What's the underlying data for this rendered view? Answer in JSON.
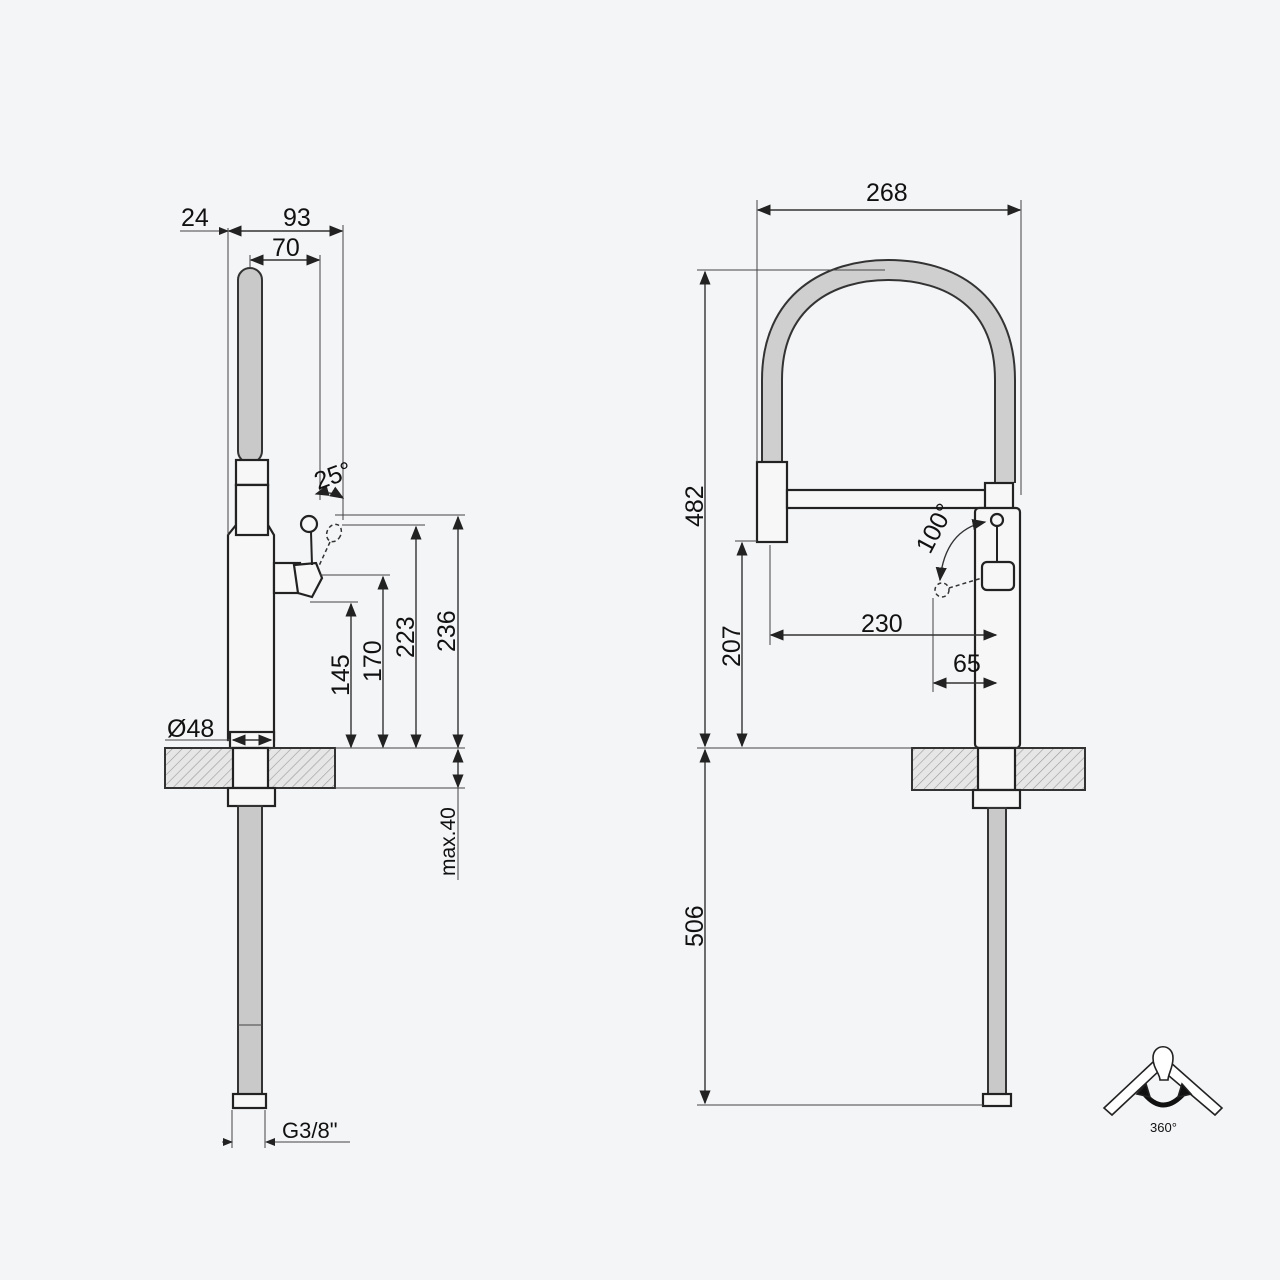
{
  "side_view": {
    "dim_spout_offset": "24",
    "dim_handle_reach": "93",
    "dim_handle_pivot": "70",
    "dim_lever_angle": "25°",
    "dim_h145": "145",
    "dim_h170": "170",
    "dim_h223": "223",
    "dim_h236": "236",
    "dim_base_diameter": "Ø48",
    "dim_max_deck": "max.40",
    "dim_thread": "G3/8\""
  },
  "front_view": {
    "dim_width": "268",
    "dim_height": "482",
    "dim_spout_height": "207",
    "dim_reach": "230",
    "dim_lever_offset": "65",
    "dim_lever_angle": "100°",
    "dim_hose_length": "506"
  },
  "swivel_icon": {
    "label": "360°"
  }
}
